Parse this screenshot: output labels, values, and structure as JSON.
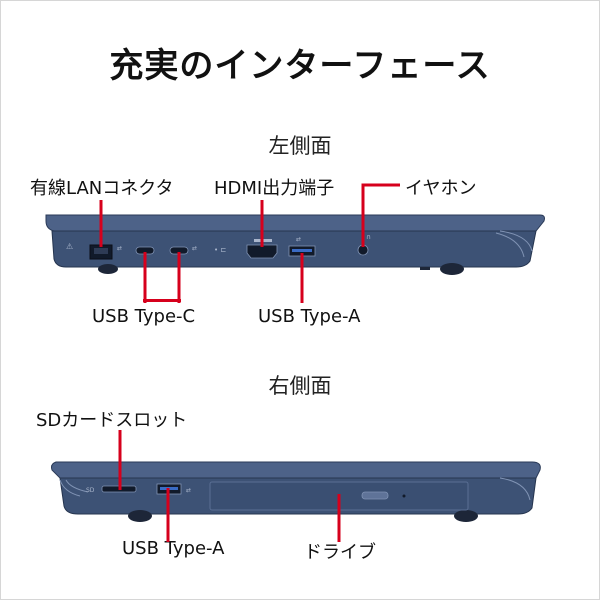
{
  "title": "充実のインターフェース",
  "left_side": {
    "heading": "左側面",
    "labels": {
      "lan": "有線LANコネクタ",
      "hdmi": "HDMI出力端子",
      "earphone": "イヤホン",
      "usb_c": "USB Type-C",
      "usb_a": "USB Type-A"
    }
  },
  "right_side": {
    "heading": "右側面",
    "labels": {
      "sd": "SDカードスロット",
      "usb_a": "USB Type-A",
      "drive": "ドライブ"
    }
  },
  "colors": {
    "chassis": "#3d5275",
    "chassis_dark": "#26354f",
    "chassis_light": "#8093b4",
    "callout": "#d6001c"
  }
}
